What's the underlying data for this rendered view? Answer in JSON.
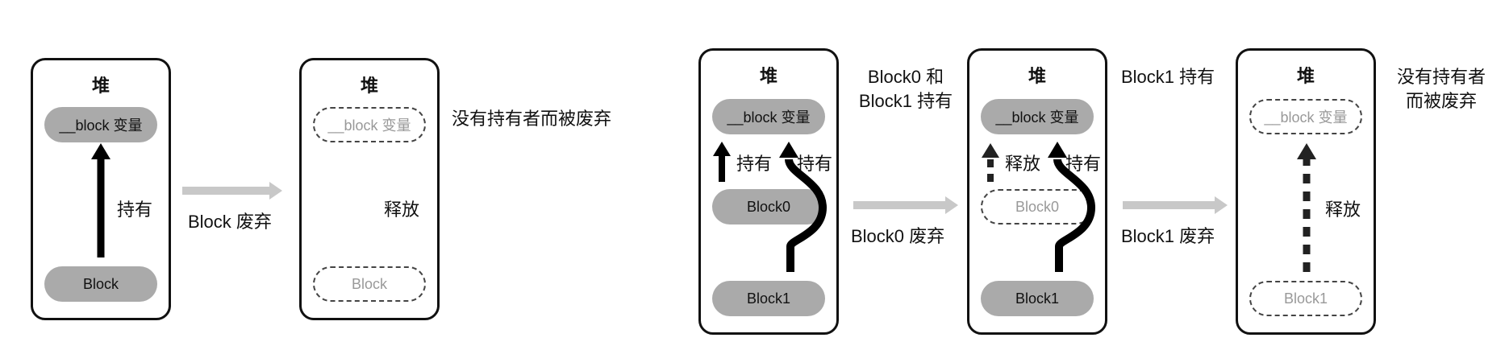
{
  "diagram1": {
    "before": {
      "title": "堆",
      "block_var": "__block 变量",
      "block": "Block",
      "hold_label": "持有"
    },
    "transition": "Block 废弃",
    "after": {
      "title": "堆",
      "block_var": "__block 变量",
      "block": "Block",
      "release_label": "释放"
    },
    "after_note": "没有持有者而被废弃"
  },
  "diagram2": {
    "state1": {
      "title": "堆",
      "block_var": "__block 变量",
      "block0": "Block0",
      "block1": "Block1",
      "hold_label_a": "持有",
      "hold_label_b": "持有",
      "note_line1": "Block0 和",
      "note_line2": "Block1 持有"
    },
    "transition1": "Block0 废弃",
    "state2": {
      "title": "堆",
      "block_var": "__block 变量",
      "block0": "Block0",
      "block1": "Block1",
      "release_label": "释放",
      "hold_label": "持有",
      "note": "Block1 持有"
    },
    "transition2": "Block1 废弃",
    "state3": {
      "title": "堆",
      "block_var": "__block 变量",
      "block1": "Block1",
      "release_label": "释放",
      "note_line1": "没有持有者",
      "note_line2": "而被废弃"
    }
  },
  "colors": {
    "pill_fill": "#aaaaaa",
    "transition_arrow": "#c8c8c8",
    "border": "#111111"
  }
}
